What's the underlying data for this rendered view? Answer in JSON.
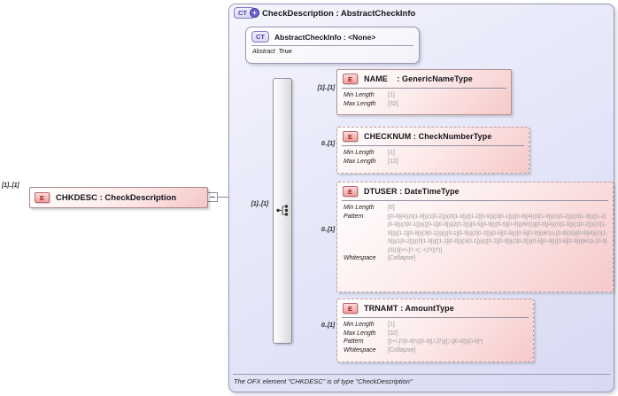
{
  "diagram": {
    "root_element": {
      "cardinality": "[1]..[1]",
      "icon_text": "E",
      "title": "CHKDESC : CheckDescription"
    },
    "type_box": {
      "icon_text": "CT",
      "icon_plus": "+",
      "title": "CheckDescription : AbstractCheckInfo",
      "base_type": {
        "icon_text": "CT",
        "title": "AbstractCheckInfo : <None>",
        "facets": [
          {
            "name": "Abstract",
            "value": "True"
          }
        ]
      },
      "sequence": {
        "cardinality": "[1]..[1]"
      },
      "footer": "The OFX element \"CHKDESC\" is of type \"CheckDescription\""
    },
    "children": [
      {
        "icon_text": "E",
        "title": "NAME    : GenericNameType",
        "cardinality": "[1]..[1]",
        "optional": false,
        "facets": [
          {
            "name": "Min Length",
            "value": "[1]"
          },
          {
            "name": "Max Length",
            "value": "[32]"
          }
        ]
      },
      {
        "icon_text": "E",
        "title": "CHECKNUM : CheckNumberType",
        "cardinality": "0..[1]",
        "optional": true,
        "facets": [
          {
            "name": "Min Length",
            "value": "[1]"
          },
          {
            "name": "Max Length",
            "value": "[12]"
          }
        ]
      },
      {
        "icon_text": "E",
        "title": "DTUSER : DateTimeType",
        "cardinality": "0..[1]",
        "optional": true,
        "facets": [
          {
            "name": "Min Length",
            "value": "[8]"
          },
          {
            "name": "Pattern",
            "value": "[[0-9]{4}((0[1-9])|(1[0-2]))((0[1-9])|([1-2][0-9])|(3[0-1]))|[0-9]{4}((0[1-9])|(1[0-2]))((0[1-9])|([1-2][0-9])|(3[0-1]))((([0-1][0-9])|(2[0-3]))[0-5][0-9](([0-5][0-9])|(60)))|[0-9]{4}((0[1-9])|(1[0-2]))((0[1-9])|([1-2][0-9])|(3[0-1]))((([0-1][0-9])|(2[0-3]))[0-5][0-9](([0-5][0-9])|(60))\\.[0-9]{3})|[0-9]{4}((0[1-9])|(1[0-2]))((0[1-9])|([1-2][0-9])|(3[0-1]))((([0-1][0-9])|(2[0-3]))[0-5][0-9](([0-5][0-9])|(60))\\.[0-9]{3}(\\[[\\+\\-]?.+(:.+)?\\])?)]"
          },
          {
            "name": "Whitespace",
            "value": "[Collapse]"
          }
        ]
      },
      {
        "icon_text": "E",
        "title": "TRNAMT : AmountType",
        "cardinality": "0..[1]",
        "optional": true,
        "facets": [
          {
            "name": "Min Length",
            "value": "[1]"
          },
          {
            "name": "Max Length",
            "value": "[32]"
          },
          {
            "name": "Pattern",
            "value": "[[\\+\\-]?[0-9]*(([0-9][,\\.]?)|([,\\.][0-9]))[0-9]*]"
          },
          {
            "name": "Whitespace",
            "value": "[Collapse]"
          }
        ]
      }
    ]
  }
}
